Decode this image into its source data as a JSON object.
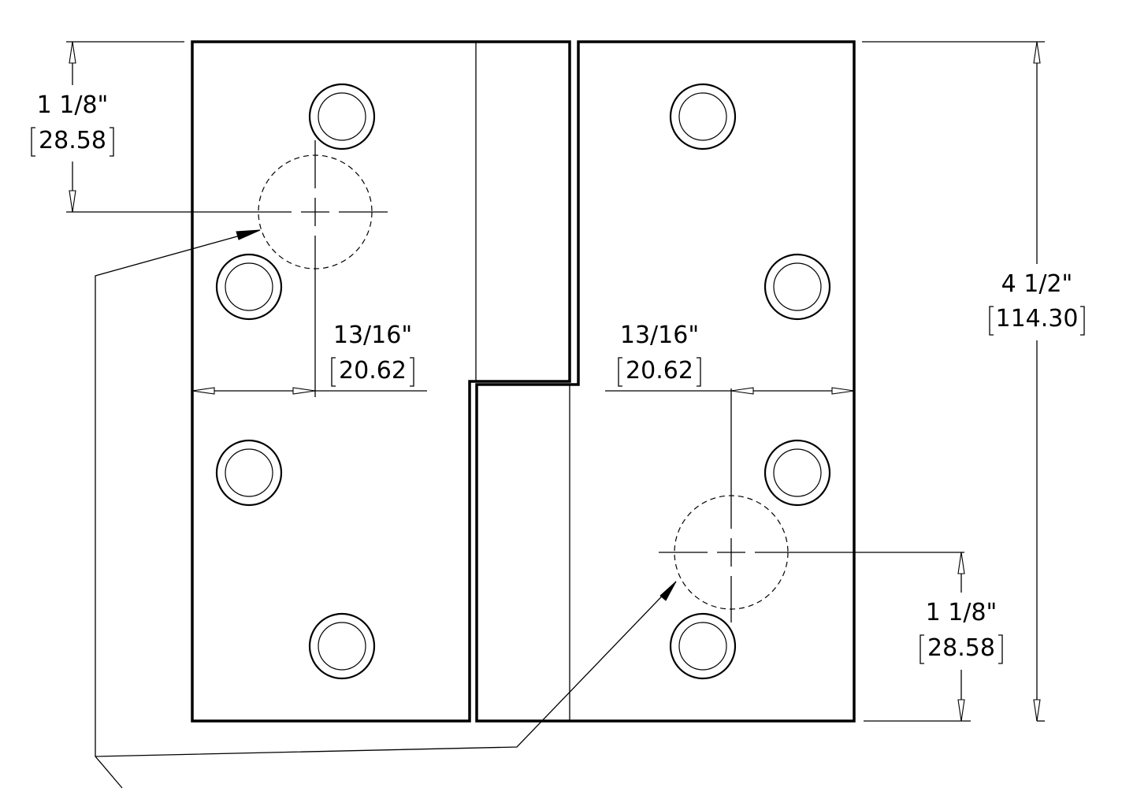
{
  "dimensions": {
    "left_offset": {
      "imperial": "1 1/8\"",
      "metric": "28.58"
    },
    "left_backset": {
      "imperial": "13/16\"",
      "metric": "20.62"
    },
    "right_backset": {
      "imperial": "13/16\"",
      "metric": "20.62"
    },
    "right_offset": {
      "imperial": "1 1/8\"",
      "metric": "28.58"
    },
    "overall_height": {
      "imperial": "4 1/2\"",
      "metric": "114.30"
    }
  }
}
